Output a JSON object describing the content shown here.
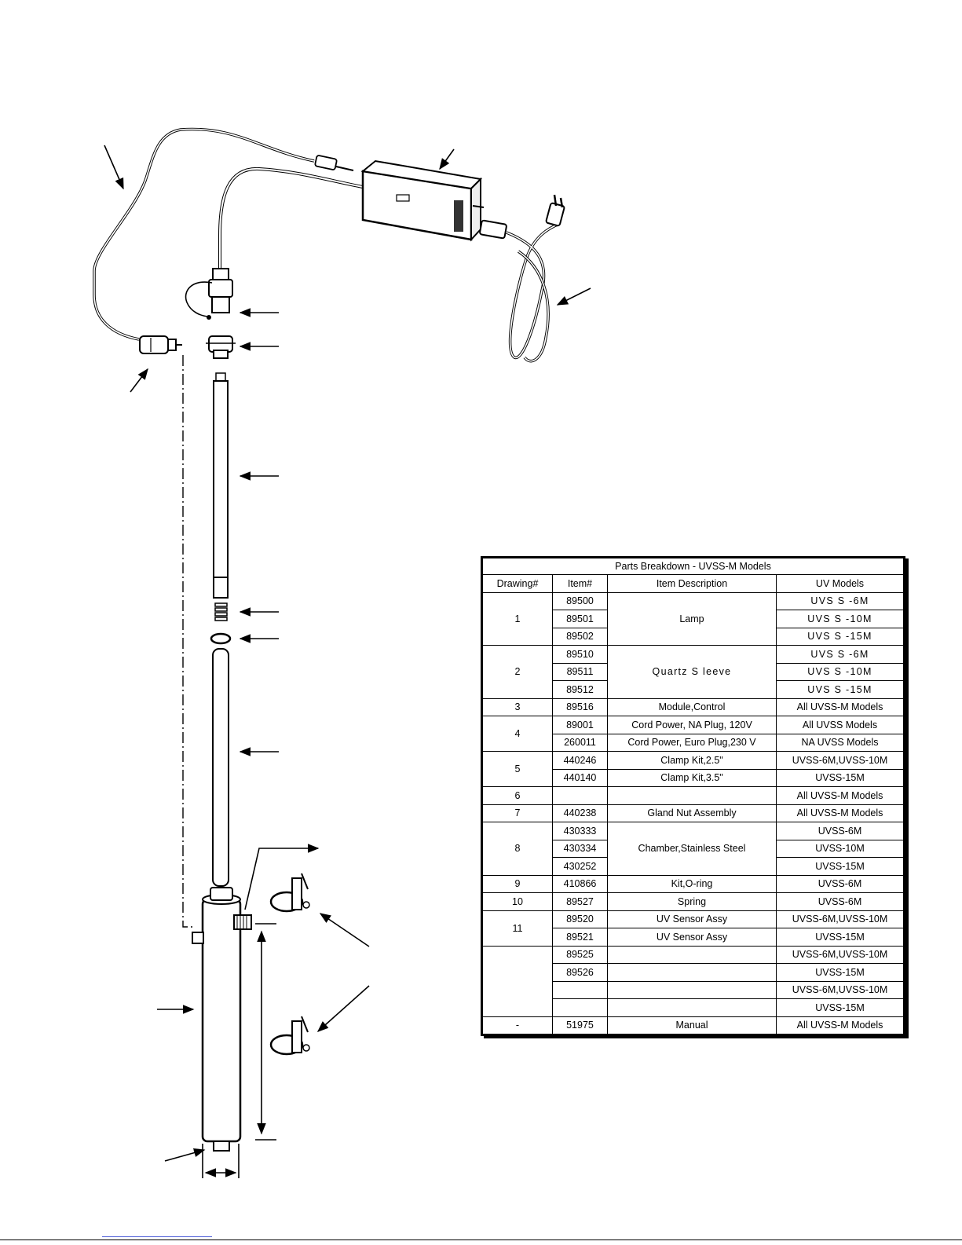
{
  "table": {
    "caption": "Parts Breakdown - UVSS-M Models",
    "headers": [
      "Drawing#",
      "Item#",
      "Item Description",
      "UV Models"
    ],
    "groups": [
      {
        "drawing": "1",
        "rows": [
          {
            "item": "89500",
            "model": "UVS S -6M"
          },
          {
            "item": "89501",
            "model": "UVS S -10M"
          },
          {
            "item": "89502",
            "model": "UVS S -15M"
          }
        ],
        "description": "Lamp"
      },
      {
        "drawing": "2",
        "rows": [
          {
            "item": "89510",
            "model": "UVS S -6M"
          },
          {
            "item": "89511",
            "model": "UVS S -10M"
          },
          {
            "item": "89512",
            "model": "UVS S -15M"
          }
        ],
        "description": "Quartz S leeve"
      },
      {
        "drawing": "3",
        "rows": [
          {
            "item": "89516",
            "description": "Module,Control",
            "model": "All UVSS-M Models"
          }
        ]
      },
      {
        "drawing": "4",
        "rows": [
          {
            "item": "89001",
            "description": "Cord Power, NA Plug, 120V",
            "model": "All UVSS Models"
          },
          {
            "item": "260011",
            "description": "Cord Power, Euro Plug,230 V",
            "model": "NA UVSS Models"
          }
        ]
      },
      {
        "drawing": "5",
        "rows": [
          {
            "item": "440246",
            "description": "Clamp Kit,2.5\"",
            "model": "UVSS-6M,UVSS-10M"
          },
          {
            "item": "440140",
            "description": "Clamp Kit,3.5\"",
            "model": "UVSS-15M"
          }
        ]
      },
      {
        "drawing": "6",
        "rows": [
          {
            "item": "",
            "description": "",
            "model": "All UVSS-M Models"
          }
        ]
      },
      {
        "drawing": "7",
        "rows": [
          {
            "item": "440238",
            "description": "Gland Nut Assembly",
            "model": "All UVSS-M Models"
          }
        ]
      },
      {
        "drawing": "8",
        "rows": [
          {
            "item": "430333",
            "model": "UVSS-6M"
          },
          {
            "item": "430334",
            "model": "UVSS-10M"
          },
          {
            "item": "430252",
            "model": "UVSS-15M"
          }
        ],
        "description": "Chamber,Stainless Steel"
      },
      {
        "drawing": "9",
        "rows": [
          {
            "item": "410866",
            "description": "Kit,O-ring",
            "model": "UVSS-6M"
          }
        ]
      },
      {
        "drawing": "10",
        "rows": [
          {
            "item": "89527",
            "description": "Spring",
            "model": "UVSS-6M"
          }
        ]
      },
      {
        "drawing": "11",
        "rows": [
          {
            "item": "89520",
            "description": "UV Sensor Assy",
            "model": "UVSS-6M,UVSS-10M"
          },
          {
            "item": "89521",
            "description": "UV Sensor Assy",
            "model": "UVSS-15M"
          }
        ]
      },
      {
        "drawing": "",
        "rows": [
          {
            "item": "89525",
            "description": "",
            "model": "UVSS-6M,UVSS-10M"
          },
          {
            "item": "89526",
            "description": "",
            "model": "UVSS-15M"
          },
          {
            "item": "",
            "description": "",
            "model": "UVSS-6M,UVSS-10M"
          },
          {
            "item": "",
            "description": "",
            "model": "UVSS-15M"
          }
        ]
      },
      {
        "drawing": "-",
        "rows": [
          {
            "item": "51975",
            "description": "Manual",
            "model": "All UVSS-M Models"
          }
        ]
      }
    ]
  }
}
